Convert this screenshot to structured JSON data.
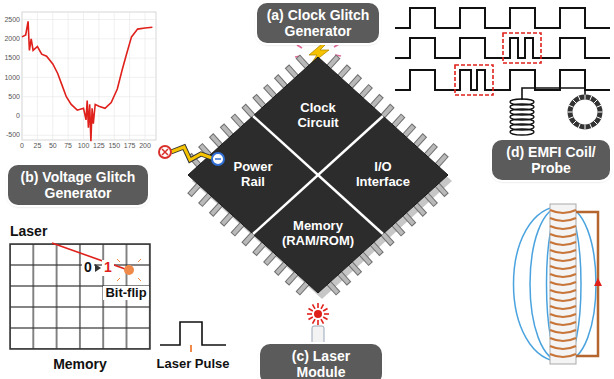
{
  "diagram": {
    "nodes": [
      {
        "text": [
          "(a) Clock Glitch Generator"
        ]
      },
      {
        "text": [
          "Clock Circuit"
        ]
      },
      {
        "text": [
          "(b) Voltage Glitch Generator"
        ]
      },
      {
        "text": [
          "Power Rail"
        ]
      },
      {
        "text": [
          "I/O Interface"
        ]
      },
      {
        "text": [
          "(d) EMFI Coil/ Probe"
        ]
      },
      {
        "text": [
          "Memory (RAM/ROM)"
        ]
      },
      {
        "text": [
          "(c) Laser Module"
        ]
      }
    ],
    "labels": [
      "2500",
      "2000",
      "1500",
      "1000",
      "500",
      "0",
      "-500",
      "0",
      "25",
      "50",
      "75",
      "100",
      "125",
      "150",
      "175",
      "200",
      "Laser",
      "0",
      "1",
      "Bit-flip",
      "Memory",
      "Laser Pulse"
    ]
  }
}
